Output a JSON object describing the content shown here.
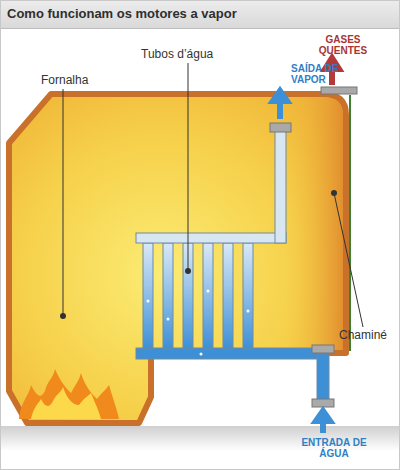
{
  "diagram": {
    "title": "Como funcionam os motores a vapor",
    "labels": [
      "Fornalha",
      "Tubos d’água",
      "SAÍDA DE VAPOR",
      "GASES QUENTES",
      "Chaminé",
      "ENTRADA DE ÁGUA"
    ]
  }
}
